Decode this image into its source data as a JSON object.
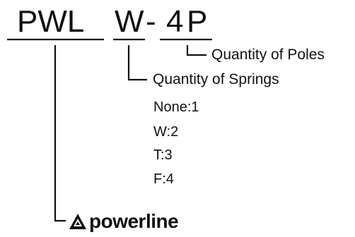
{
  "model": {
    "segments": [
      "PWL",
      "W",
      "-",
      "4",
      "P"
    ]
  },
  "annotations": {
    "poles_label": "Quantity of Poles",
    "springs_label": "Quantity of Springs",
    "spring_codes": [
      "None:1",
      "W:2",
      "T:3",
      "F:4"
    ],
    "brand_name": "powerline"
  },
  "colors": {
    "text": "#111111",
    "lines": "#111111",
    "background": "#ffffff"
  },
  "icons": {
    "brand_logo": "powerline-triangle-logo"
  }
}
